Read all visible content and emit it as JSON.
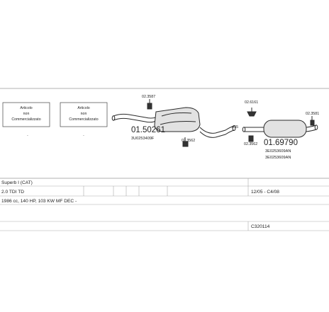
{
  "notes": {
    "left": [
      "Articolo",
      "non",
      "Commercializzato"
    ],
    "right": [
      "Articolo",
      "non",
      "Commercializzato"
    ]
  },
  "front_part": {
    "part_number": "01.50261",
    "oem": "3U0253409F",
    "clamp_code": "02.3587",
    "hanger_code": "02.3562",
    "pipe_size": "ø55"
  },
  "rear_part": {
    "part_number": "01.69790",
    "oem": [
      "3E0253609AN",
      "3E0253609AN"
    ],
    "mount_code": "02.6161",
    "hanger_code": "02.3581",
    "clamp_code": "02.3562"
  },
  "info": {
    "model": "Superb I (CAT)",
    "engine": "2.0 TDI TD",
    "spec": "1986 cc, 140 HP, 103 KW MF DEC -",
    "years": "12/05 - C4/08",
    "ref": "C320114"
  },
  "colors": {
    "line": "#555555",
    "pipe": "#2b2b2b",
    "fill": "#d9d9d9"
  }
}
